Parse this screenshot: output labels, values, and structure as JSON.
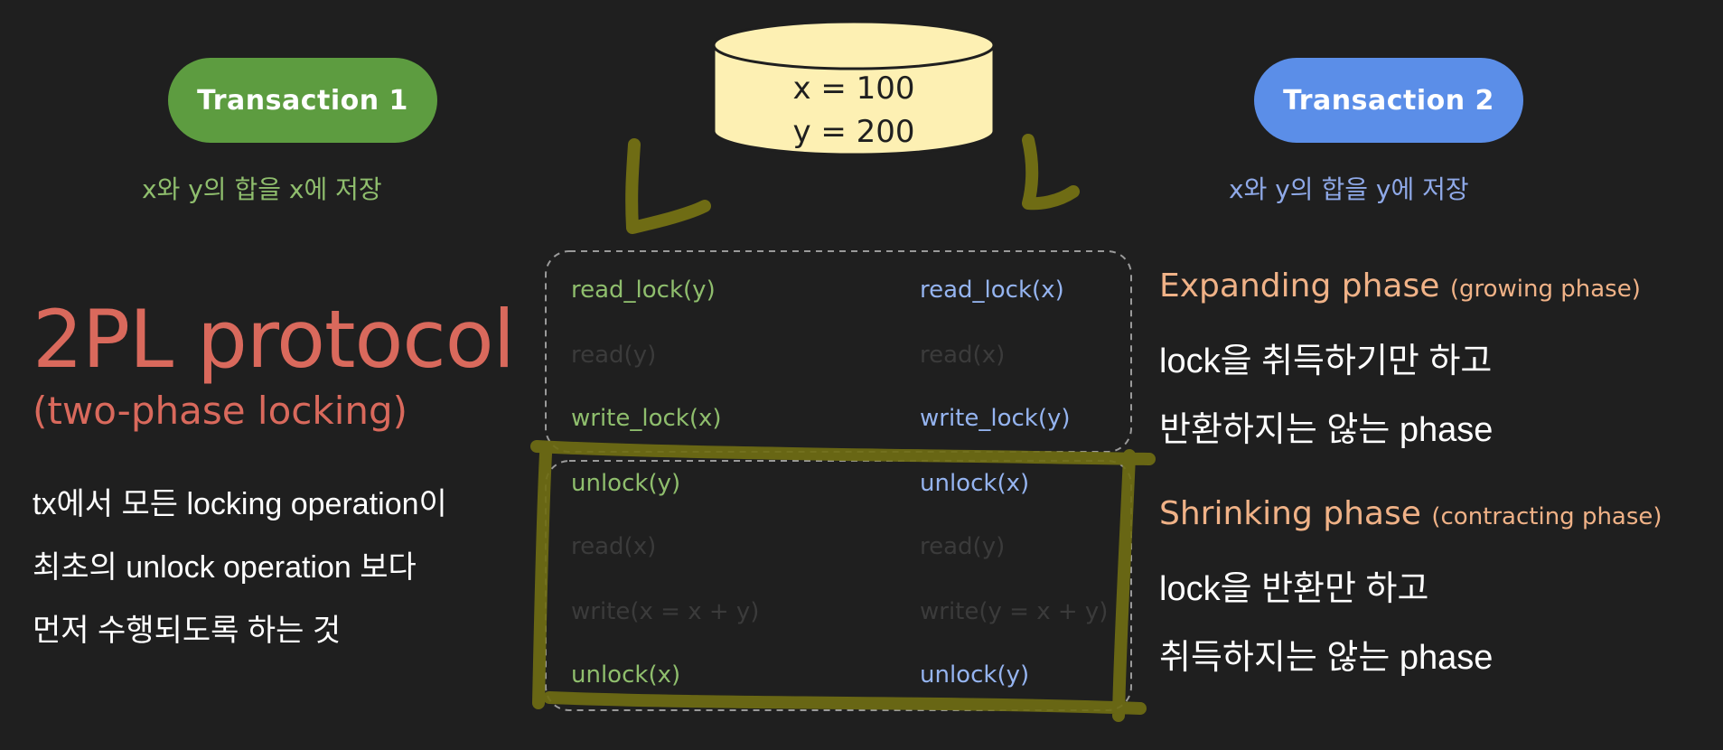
{
  "transaction1": {
    "label": "Transaction 1",
    "description": "x와 y의 합을 x에 저장",
    "color": "#5d9c40"
  },
  "transaction2": {
    "label": "Transaction 2",
    "description": "x와 y의 합을 y에 저장",
    "color": "#5b8ee8"
  },
  "database": {
    "x": "x = 100",
    "y": "y = 200",
    "fill": "#fdf0b3"
  },
  "protocol": {
    "title": "2PL protocol",
    "subtitle": "(two-phase locking)",
    "definition": [
      "tx에서 모든 locking operation이",
      "최초의 unlock operation 보다",
      "먼저 수행되도록 하는 것"
    ]
  },
  "schedule": {
    "tx1": [
      "read_lock(y)",
      "read(y)",
      "write_lock(x)",
      "unlock(y)",
      "read(x)",
      "write(x = x + y)",
      "unlock(x)"
    ],
    "tx2": [
      "read_lock(x)",
      "read(x)",
      "write_lock(y)",
      "unlock(x)",
      "read(y)",
      "write(y = x + y)",
      "unlock(y)"
    ]
  },
  "expanding": {
    "title": "Expanding phase",
    "alias": "(growing phase)",
    "lines": [
      "lock을 취득하기만 하고",
      "반환하지는 않는 phase"
    ]
  },
  "shrinking": {
    "title": "Shrinking phase",
    "alias": "(contracting phase)",
    "lines": [
      "lock을 반환만 하고",
      "취득하지는 않는 phase"
    ]
  },
  "colors": {
    "background": "#1f1f1f",
    "protocol_red": "#d9695c",
    "phase_orange": "#f0b287",
    "highlighter": "#6f6c14"
  }
}
